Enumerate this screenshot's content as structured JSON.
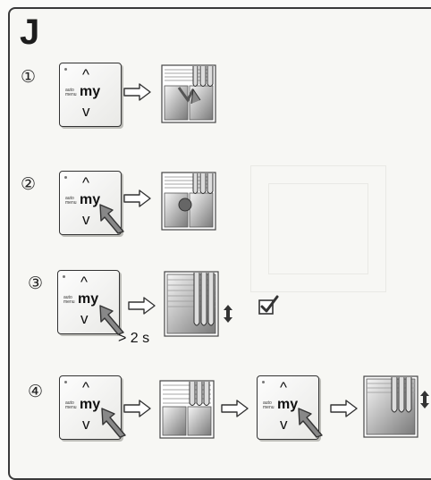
{
  "section_letter": "J",
  "remote": {
    "up": "^",
    "my": "my",
    "down": "v",
    "auto_menu": "auto\nmenu"
  },
  "steps": [
    {
      "number": "①"
    },
    {
      "number": "②"
    },
    {
      "number": "③",
      "hold_time": "> 2 s"
    },
    {
      "number": "④"
    }
  ],
  "icons": [
    "arrow-right-icon",
    "press-hand-icon",
    "window-blind-icon",
    "confirm-check-icon",
    "up-down-motion-icon"
  ]
}
